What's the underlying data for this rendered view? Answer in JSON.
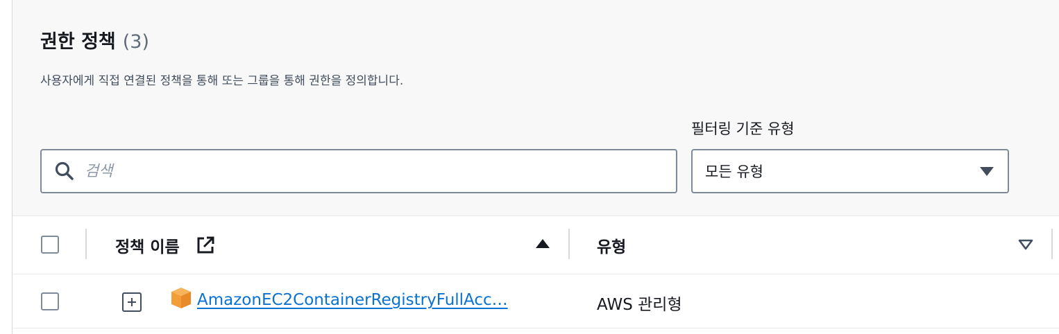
{
  "section": {
    "title": "권한 정책",
    "count": "(3)",
    "description": "사용자에게 직접 연결된 정책을 통해 또는 그룹을 통해 권한을 정의합니다."
  },
  "search": {
    "placeholder": "검색",
    "value": ""
  },
  "filter": {
    "label": "필터링 기준 유형",
    "selected": "모든 유형"
  },
  "table": {
    "columns": [
      {
        "label": "정책 이름",
        "icon": "external-link-icon",
        "sort": "ascending"
      },
      {
        "label": "유형",
        "sort": "none"
      }
    ],
    "rows": [
      {
        "policy_name": "AmazonEC2ContainerRegistryFullAcc…",
        "icon": "aws-managed-cube-icon",
        "type": "AWS 관리형"
      }
    ]
  },
  "colors": {
    "link": "#0972d3",
    "header_bg": "#f8f8f8",
    "aws_orange": "#f29d38",
    "border": "#7d8998"
  }
}
